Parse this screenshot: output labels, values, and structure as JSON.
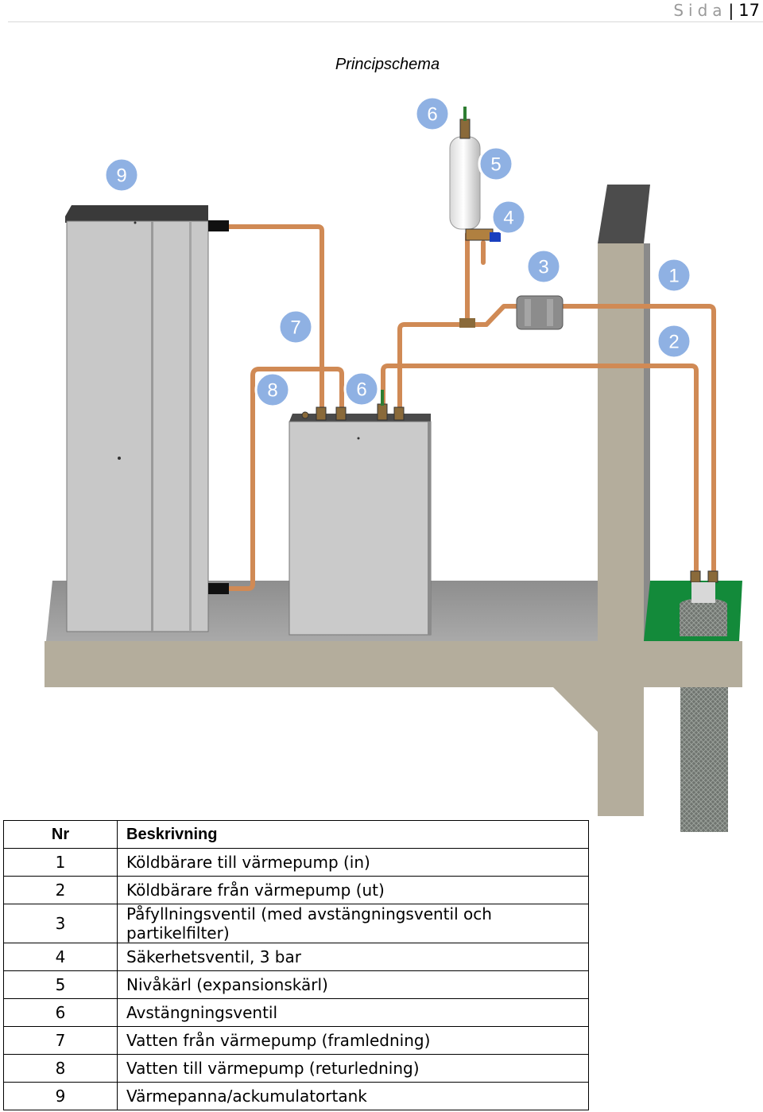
{
  "header": {
    "sida_label": "Sida",
    "page_number": "17"
  },
  "figure": {
    "title": "Principschema",
    "callouts": [
      "6",
      "5",
      "4",
      "3",
      "9",
      "7",
      "8",
      "6",
      "1",
      "2"
    ]
  },
  "legend": {
    "columns": [
      "Nr",
      "Beskrivning"
    ],
    "rows": [
      {
        "nr": "1",
        "text": "Köldbärare till värmepump (in)"
      },
      {
        "nr": "2",
        "text": "Köldbärare från värmepump (ut)"
      },
      {
        "nr": "3",
        "text": "Påfyllningsventil (med avstängningsventil och partikelfilter)"
      },
      {
        "nr": "4",
        "text": "Säkerhetsventil, 3 bar"
      },
      {
        "nr": "5",
        "text": "Nivåkärl (expansionskärl)"
      },
      {
        "nr": "6",
        "text": "Avstängningsventil"
      },
      {
        "nr": "7",
        "text": "Vatten från värmepump (framledning)"
      },
      {
        "nr": "8",
        "text": "Vatten till värmepump (returledning)"
      },
      {
        "nr": "9",
        "text": "Värmepanna/ackumulatortank"
      }
    ]
  },
  "colors": {
    "callout": "#8fb1e3",
    "pipe": "#d08a55",
    "concrete": "#b4ad9c",
    "ground": "#138a3a"
  }
}
